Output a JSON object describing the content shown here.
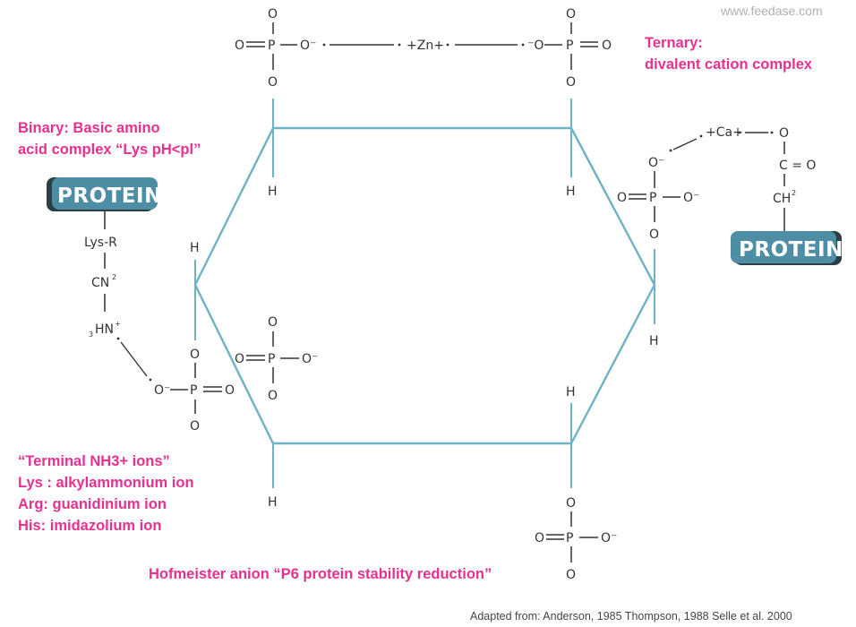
{
  "watermark": "www.feedase.com",
  "credit": "Adapted from: Anderson, 1985 Thompson, 1988 Selle et al. 2000",
  "labels": {
    "ternary_1": "Ternary:",
    "ternary_2": "divalent cation complex",
    "binary_1": "Binary: Basic amino",
    "binary_2": "acid complex “Lys pH<pl”",
    "terminal_1": "“Terminal NH3+ ions”",
    "terminal_2": "Lys : alkylammonium ion",
    "terminal_3": "Arg: guanidinium ion",
    "terminal_4": "His: imidazolium ion",
    "hofmeister": "Hofmeister anion “P6 protein stability reduction”"
  },
  "proteins": {
    "left": "PROTEIN",
    "right": "PROTEIN"
  },
  "atoms": {
    "O": "O",
    "P": "P",
    "H": "H",
    "O_minus": "O⁻",
    "minus_O": "⁻O",
    "zn": "+Zn+",
    "ca": "+Ca+",
    "lys_r": "Lys-R",
    "cn2": "CN",
    "cn2_sup": "2",
    "nh3": "HN",
    "nh3_sub": "3",
    "nh3_sup": "+",
    "ch2": "CH",
    "ch2_sup": "2",
    "c_eq_o": "C = O"
  },
  "colors": {
    "accent_pink": "#e8318f",
    "ring": "#6fb2c3",
    "protein_box": "#4e8ea5"
  }
}
